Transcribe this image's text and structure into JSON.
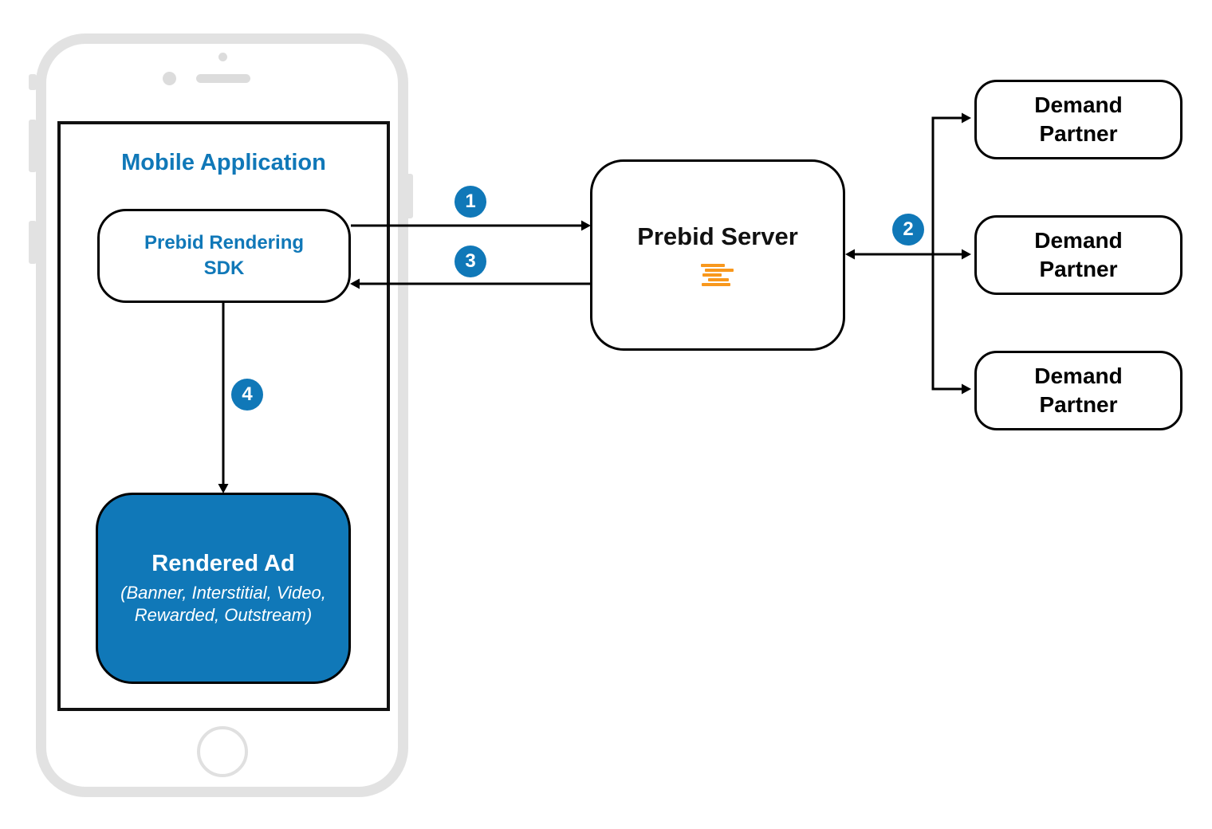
{
  "colors": {
    "accent_blue": "#1078b8",
    "logo_orange": "#f8981d",
    "box_border": "#000000",
    "phone_gray": "#e2e2e2"
  },
  "mobile_app": {
    "title": "Mobile Application"
  },
  "sdk": {
    "label": "Prebid Rendering SDK"
  },
  "rendered_ad": {
    "title": "Rendered Ad",
    "subtitle1": "(Banner, Interstitial, Video,",
    "subtitle2": "Rewarded, Outstream)"
  },
  "prebid_server": {
    "label": "Prebid Server",
    "logo_icon": "prebid-lines-logo"
  },
  "demand_partners": [
    {
      "label": "Demand Partner"
    },
    {
      "label": "Demand Partner"
    },
    {
      "label": "Demand Partner"
    }
  ],
  "steps": [
    {
      "label": "1"
    },
    {
      "label": "2"
    },
    {
      "label": "3"
    },
    {
      "label": "4"
    }
  ]
}
